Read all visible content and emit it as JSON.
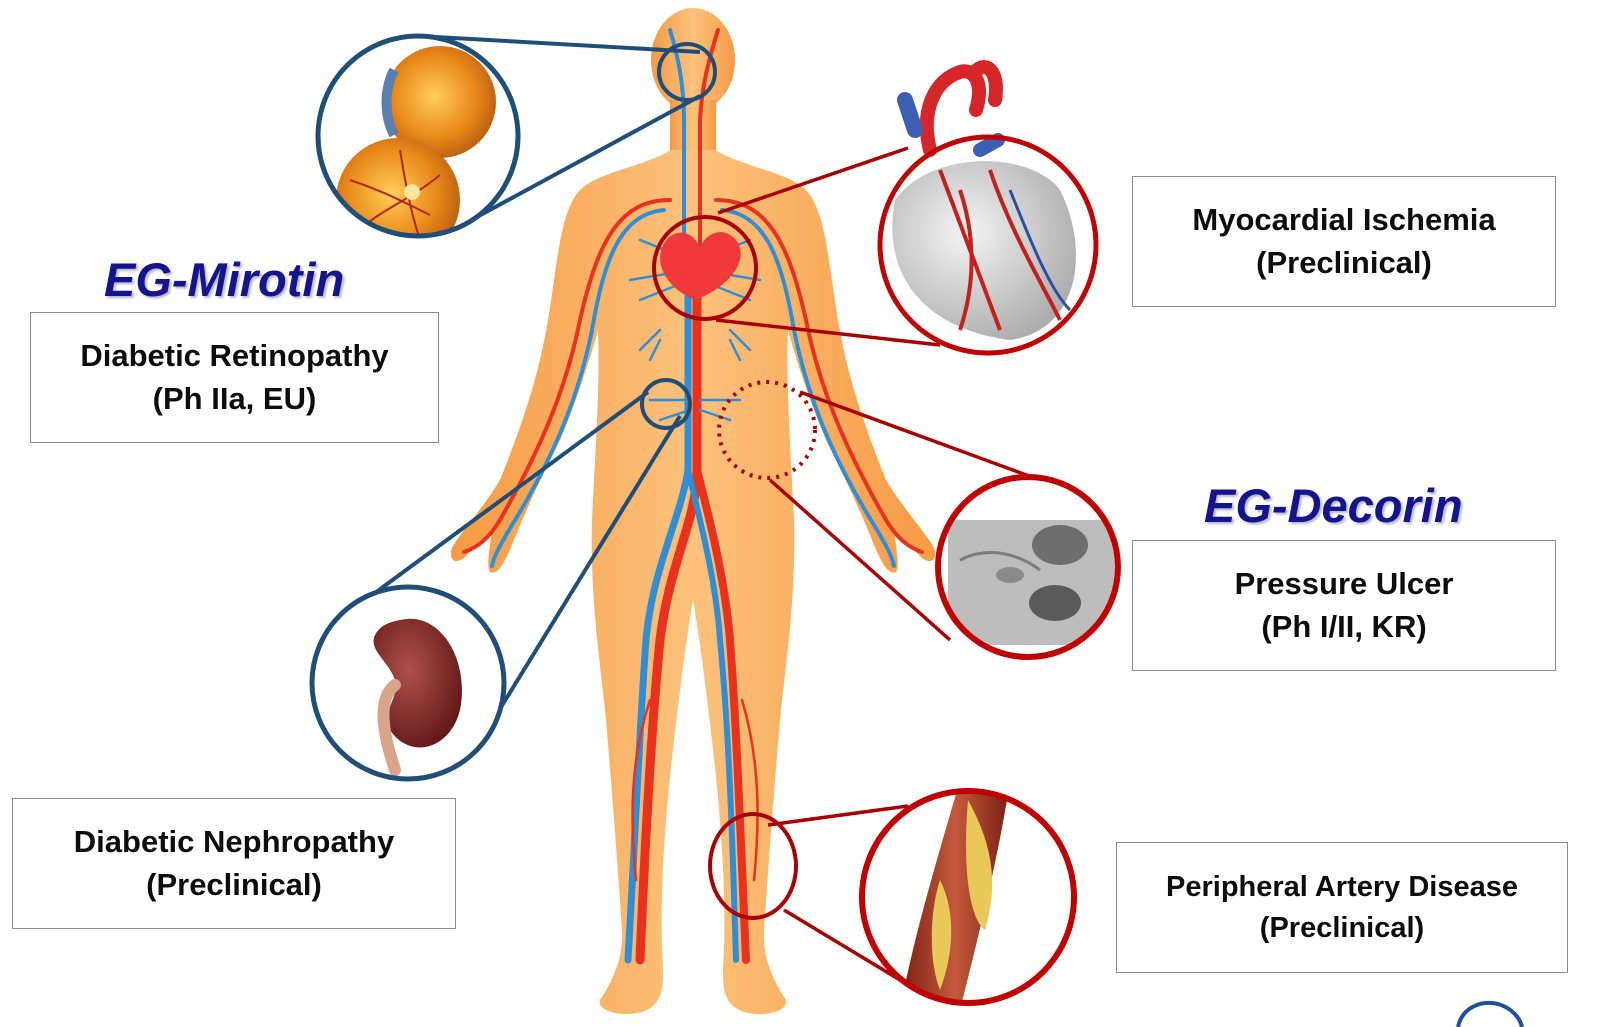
{
  "drugs": {
    "mirotin": {
      "title": "EG-Mirotin",
      "color": "#14148c"
    },
    "decorin": {
      "title": "EG-Decorin",
      "color": "#14148c"
    }
  },
  "indications": {
    "retinopathy": {
      "line1": "Diabetic Retinopathy",
      "line2": "(Ph IIa, EU)"
    },
    "nephropathy": {
      "line1": "Diabetic Nephropathy",
      "line2": "(Preclinical)"
    },
    "myocardial": {
      "line1": "Myocardial Ischemia",
      "line2": "(Preclinical)"
    },
    "ulcer": {
      "line1": "Pressure Ulcer",
      "line2": "(Ph I/II, KR)"
    },
    "pad": {
      "line1": "Peripheral Artery Disease",
      "line2": "(Preclinical)"
    }
  },
  "colors": {
    "skin": "#fbb56a",
    "artery": "#e8321e",
    "vein": "#2f8fd6",
    "mirotin_callout": "#1f4e79",
    "decorin_callout": "#c00000"
  },
  "icons": {
    "eye": "eye-retina-icon",
    "heart": "heart-icon",
    "kidney": "kidney-icon",
    "ulcer": "skin-ulcer-icon",
    "artery": "plaque-artery-icon"
  }
}
